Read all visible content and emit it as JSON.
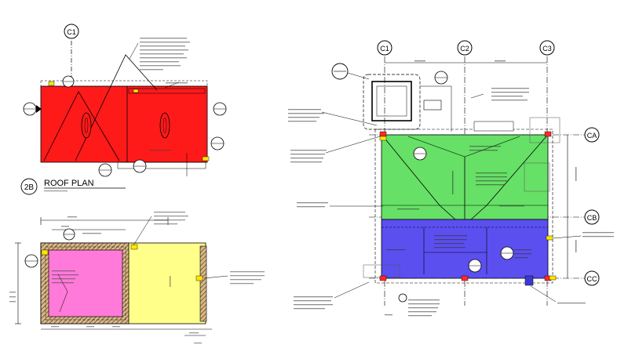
{
  "grid_labels": {
    "c1_top_left": "C1",
    "c1": "C1",
    "c2": "C2",
    "c3": "C3",
    "ca": "CA",
    "cb": "CB",
    "cc": "CC"
  },
  "roof_plan": {
    "title": "ROOF PLAN",
    "number": "2B"
  },
  "colors": {
    "roof_red": "#ff1a1a",
    "room_green": "#66e066",
    "room_blue": "#5b4ff0",
    "room_pink": "#ff7ad9",
    "room_yellow": "#ffff8a",
    "tag_yellow": "#ffe600",
    "hatch": "#8a5a2b"
  },
  "icons": [
    "section-marker-icon",
    "grid-bubble-icon",
    "detail-callout-icon",
    "leader-arrow-icon"
  ]
}
